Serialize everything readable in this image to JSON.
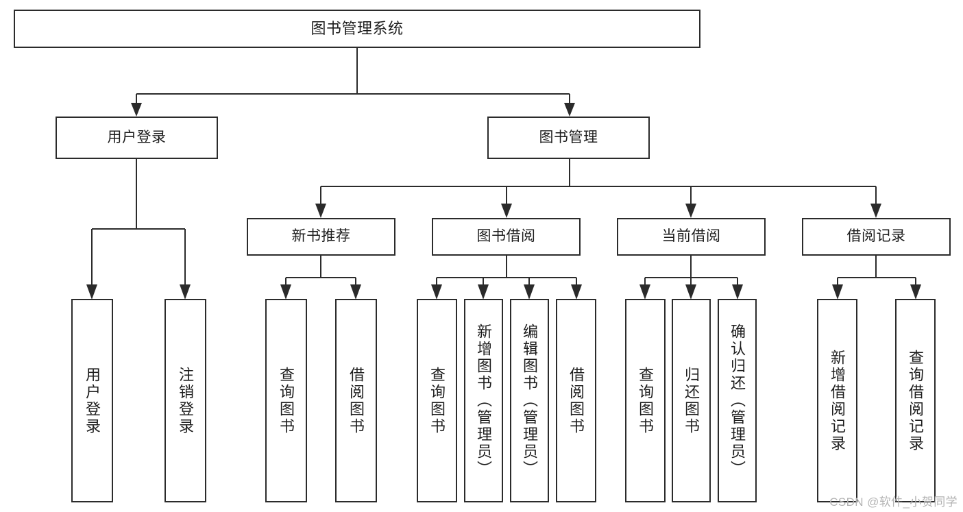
{
  "diagram": {
    "type": "tree-hierarchy",
    "title": "图书管理系统",
    "orientation": "top-down",
    "root": {
      "id": "root",
      "label": "图书管理系统"
    },
    "level2": [
      {
        "id": "user-login",
        "label": "用户登录"
      },
      {
        "id": "book-manage",
        "label": "图书管理"
      }
    ],
    "level3": [
      {
        "id": "new-book-recommend",
        "label": "新书推荐"
      },
      {
        "id": "book-borrow",
        "label": "图书借阅"
      },
      {
        "id": "current-borrow",
        "label": "当前借阅"
      },
      {
        "id": "borrow-record",
        "label": "借阅记录"
      }
    ],
    "leaves": {
      "user_login": [
        {
          "id": "leaf-user-login",
          "label": "用户登录"
        },
        {
          "id": "leaf-logout-login",
          "label": "注销登录"
        }
      ],
      "new_book_recommend": [
        {
          "id": "leaf-query-book-1",
          "label": "查询图书"
        },
        {
          "id": "leaf-borrow-book-1",
          "label": "借阅图书"
        }
      ],
      "book_borrow": [
        {
          "id": "leaf-query-book-2",
          "label": "查询图书"
        },
        {
          "id": "leaf-add-book",
          "label": "新增图书（管理员）"
        },
        {
          "id": "leaf-edit-book",
          "label": "编辑图书（管理员）"
        },
        {
          "id": "leaf-borrow-book-2",
          "label": "借阅图书"
        }
      ],
      "current_borrow": [
        {
          "id": "leaf-query-book-3",
          "label": "查询图书"
        },
        {
          "id": "leaf-return-book",
          "label": "归还图书"
        },
        {
          "id": "leaf-confirm-return",
          "label": "确认归还（管理员）"
        }
      ],
      "borrow_record": [
        {
          "id": "leaf-add-record",
          "label": "新增借阅记录"
        },
        {
          "id": "leaf-query-record",
          "label": "查询借阅记录"
        }
      ]
    }
  },
  "watermark": {
    "text": "CSDN @软件_小贺同学"
  },
  "colors": {
    "stroke": "#2b2b2b",
    "background": "#ffffff",
    "text": "#1d1d1d",
    "watermark": "#b3b3b3"
  }
}
